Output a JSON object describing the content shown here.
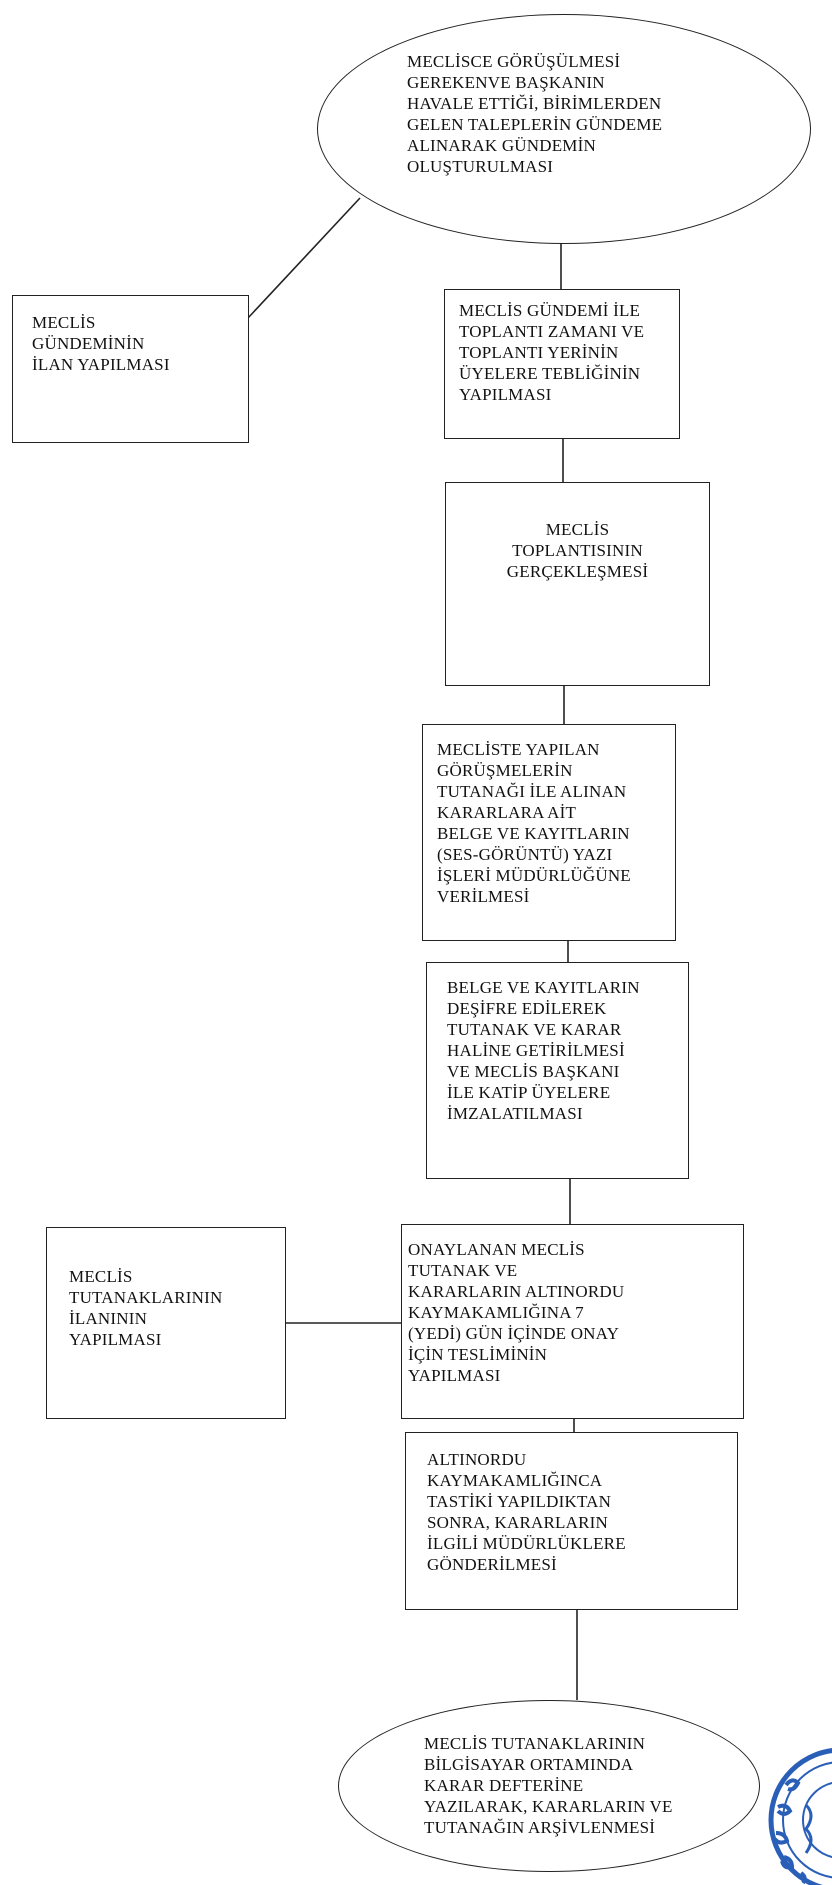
{
  "nodes": {
    "start": "MECLİSCE GÖRÜŞÜLMESİ\nGEREKENVE BAŞKANIN\nHAVALE ETTİĞİ, BİRİMLERDEN\nGELEN TALEPLERİN GÜNDEME\nALINARAK  GÜNDEMİN\nOLUŞTURULMASI",
    "announce_agenda": "MECLİS\nGÜNDEMİNİN\nİLAN YAPILMASI",
    "notify_members": "MECLİS GÜNDEMİ İLE\nTOPLANTI ZAMANI VE\nTOPLANTI YERİNİN\nÜYELERE TEBLİĞİNİN\nYAPILMASI",
    "meeting_held": "MECLİS\nTOPLANTISININ\nGERÇEKLEŞMESİ",
    "records_delivery": "MECLİSTE YAPILAN\nGÖRÜŞMELERİN\nTUTANAĞI İLE ALINAN\nKARARLARA AİT\nBELGE VE KAYITLARIN\n(SES-GÖRÜNTÜ) YAZI\nİŞLERİ MÜDÜRLÜĞÜNE\nVERİLMESİ",
    "transcribe_sign": "BELGE VE KAYITLARIN\nDEŞİFRE EDİLEREK\nTUTANAK VE KARAR\nHALİNE GETİRİLMESİ\nVE MECLİS BAŞKANI\nİLE KATİP ÜYELERE\nİMZALATILMASI",
    "announce_minutes": "MECLİS\nTUTANAKLARININ\nİLANININ\nYAPILMASI",
    "submit_approval": "ONAYLANAN MECLİS\nTUTANAK VE\nKARARLARIN ALTINORDU\nKAYMAKAMLIĞINA   7\n(YEDİ) GÜN İÇİNDE  ONAY\nİÇİN TESLİMİNİN\nYAPILMASI",
    "send_directorates": "ALTINORDU\nKAYMAKAMLIĞINCA\nTASTİKİ YAPILDIKTAN\nSONRA, KARARLARIN\nİLGİLİ MÜDÜRLÜKLERE\nGÖNDERİLMESİ",
    "archive": "MECLİS TUTANAKLARININ\nBİLGİSAYAR ORTAMINDA\nKARAR DEFTERİNE\nYAZILARAK, KARARLARIN  VE\nTUTANAĞIN ARŞİVLENMESİ"
  },
  "colors": {
    "line": "#222222",
    "seal": "#2a5fb8"
  }
}
